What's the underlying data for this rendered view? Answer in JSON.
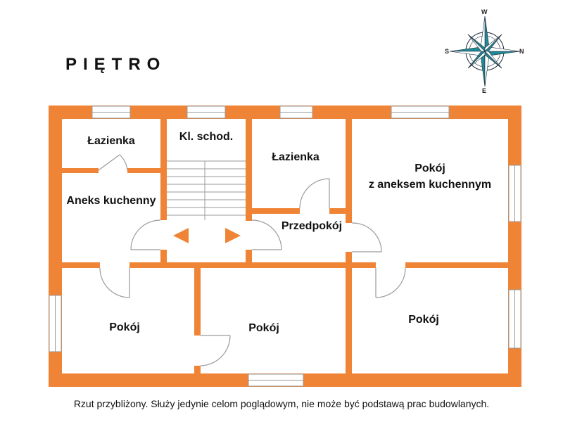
{
  "floor_title": "PIĘTRO",
  "compass": {
    "north": "N",
    "south": "S",
    "west": "W",
    "east": "E"
  },
  "rooms": {
    "bathroom_left": "Łazienka",
    "stairwell": "Kl. schod.",
    "bathroom_middle": "Łazienka",
    "room_kitchenette": [
      "Pokój",
      "z aneksem kuchennym"
    ],
    "kitchenette": "Aneks kuchenny",
    "hallway": "Przedpokój",
    "room_bottom_left": "Pokój",
    "room_bottom_middle": "Pokój",
    "room_bottom_right": "Pokój"
  },
  "footnote": "Rzut przybliżony. Służy jedynie celom poglądowym, nie może być podstawą prac budowlanych.",
  "colors": {
    "wall": "#f08436",
    "window": "#ffffff",
    "compass": "#1f8a96",
    "compass_dark": "#1c2b3a"
  }
}
